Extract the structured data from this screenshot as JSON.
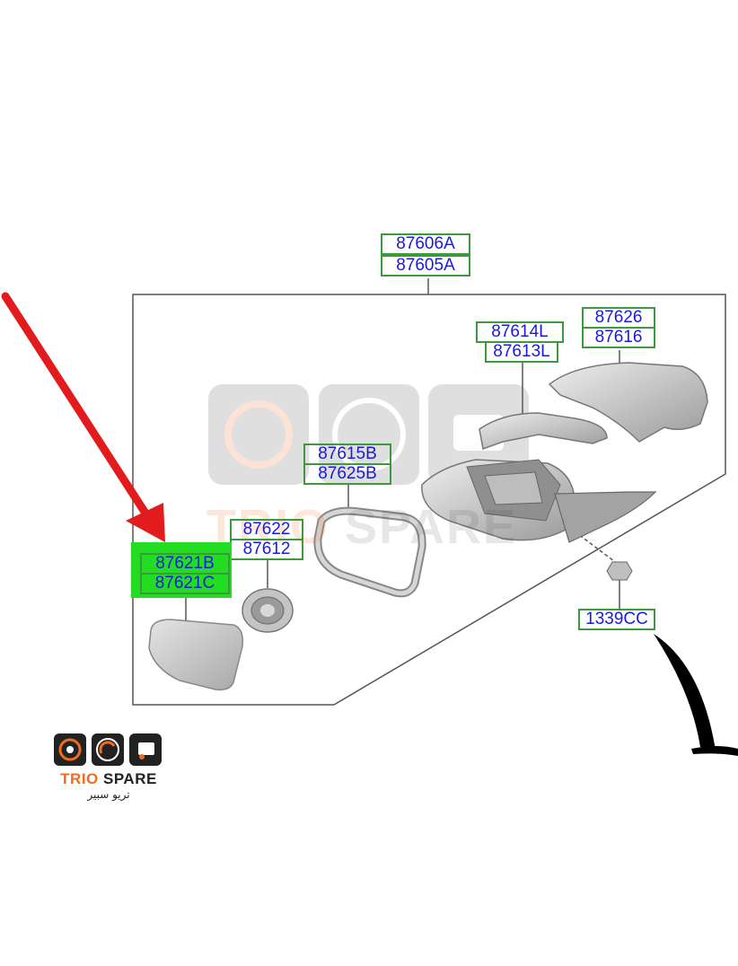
{
  "labels": {
    "p87606a": "87606A",
    "p87605a": "87605A",
    "p87614l": "87614L",
    "p87613l": "87613L",
    "p87626": "87626",
    "p87616": "87616",
    "p87615b": "87615B",
    "p87625b": "87625B",
    "p87622": "87622",
    "p87612": "87612",
    "p87621b": "87621B",
    "p87621c": "87621C",
    "p1339cc": "1339CC"
  },
  "brand": {
    "name_part1": "TRIO",
    "name_part2": " SPARE",
    "arabic": "تريو سبير"
  },
  "watermark": {
    "part1": "TRIO",
    "part2": "SPARE"
  },
  "colors": {
    "arrow": "#e21c1c",
    "highlight": "#22dd22",
    "label_border": "#3c9a3c",
    "label_text": "#1a1adc",
    "accent": "#ef6b1f"
  },
  "icons": [
    "arrow-icon",
    "logo-icon"
  ]
}
